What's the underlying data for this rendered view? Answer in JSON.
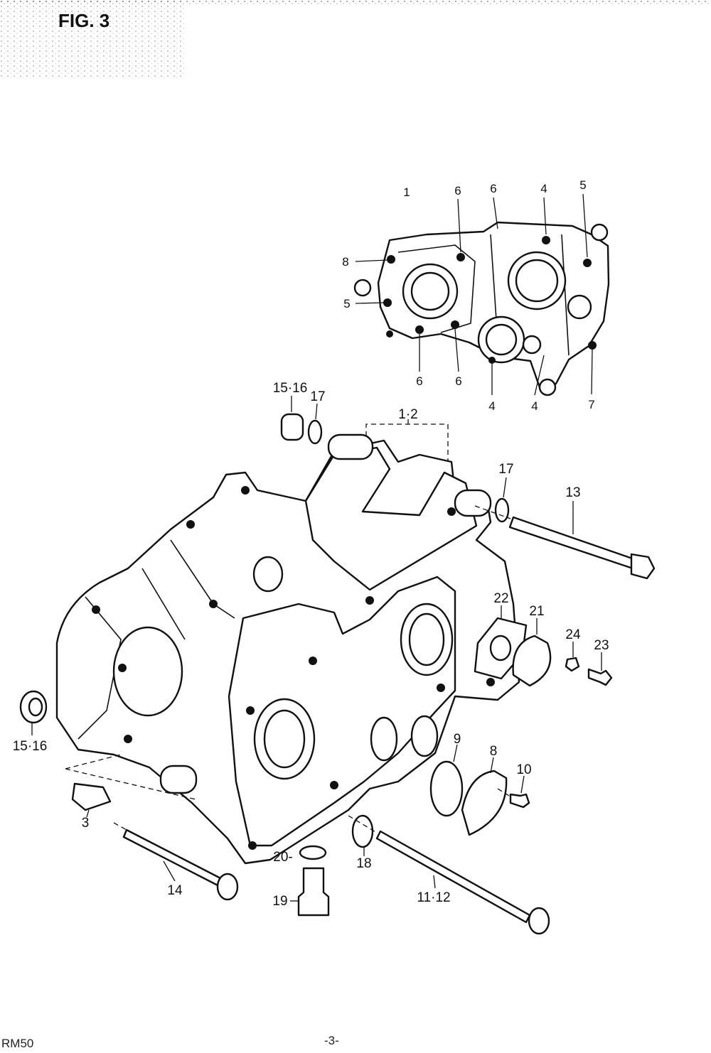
{
  "figure": {
    "label": "FIG. 3"
  },
  "inset_callouts": [
    "1",
    "6",
    "6",
    "4",
    "5",
    "8",
    "5",
    "6",
    "6",
    "4",
    "4",
    "7"
  ],
  "main_callouts": [
    "15·16",
    "17",
    "1·2",
    "17",
    "13",
    "22",
    "21",
    "24",
    "23",
    "15·16",
    "9",
    "8",
    "10",
    "3",
    "14",
    "20-",
    "18",
    "19",
    "11·12"
  ],
  "footer": {
    "model": "RM50",
    "page": "-3-"
  }
}
